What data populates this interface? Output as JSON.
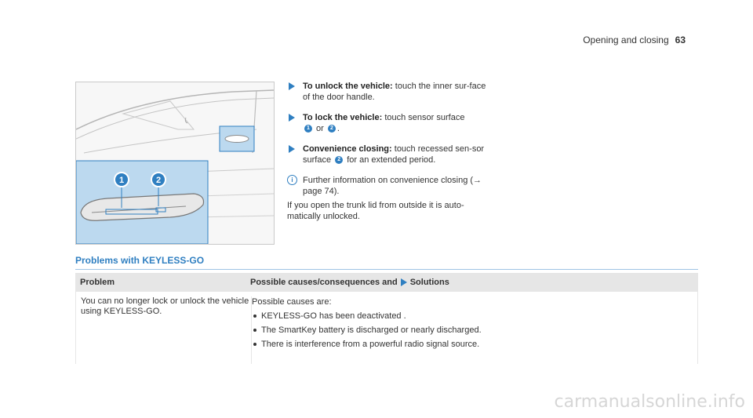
{
  "header": {
    "section": "Opening and closing",
    "page": "63"
  },
  "figure": {
    "callouts": [
      "1",
      "2"
    ]
  },
  "steps": [
    {
      "bold": "To unlock the vehicle:",
      "text": " touch the inner sur-face of the door handle."
    },
    {
      "bold": "To lock the vehicle:",
      "text": " touch sensor surface",
      "n1": "1",
      "or": " or ",
      "n2": "2",
      "end": "."
    },
    {
      "bold": "Convenience closing:",
      "text": " touch recessed sen-sor surface",
      "n2": "2",
      "end": " for an extended period."
    }
  ],
  "note": "Further information on convenience closing (→ page 74).",
  "paragraph": "If you open the trunk lid from outside it is auto-matically unlocked.",
  "section_title": "Problems with KEYLESS-GO",
  "table": {
    "header_problem": "Problem",
    "header_causes": "Possible causes/consequences and",
    "header_solutions": "Solutions",
    "row_problem": "You can no longer lock or unlock the vehicle using KEYLESS-GO.",
    "row_intro": "Possible causes are:",
    "row_causes": [
      "KEYLESS-GO has been deactivated .",
      "The SmartKey battery is discharged or nearly discharged.",
      "There is interference from a powerful radio signal source."
    ]
  },
  "watermark": "carmanualsonline.info"
}
